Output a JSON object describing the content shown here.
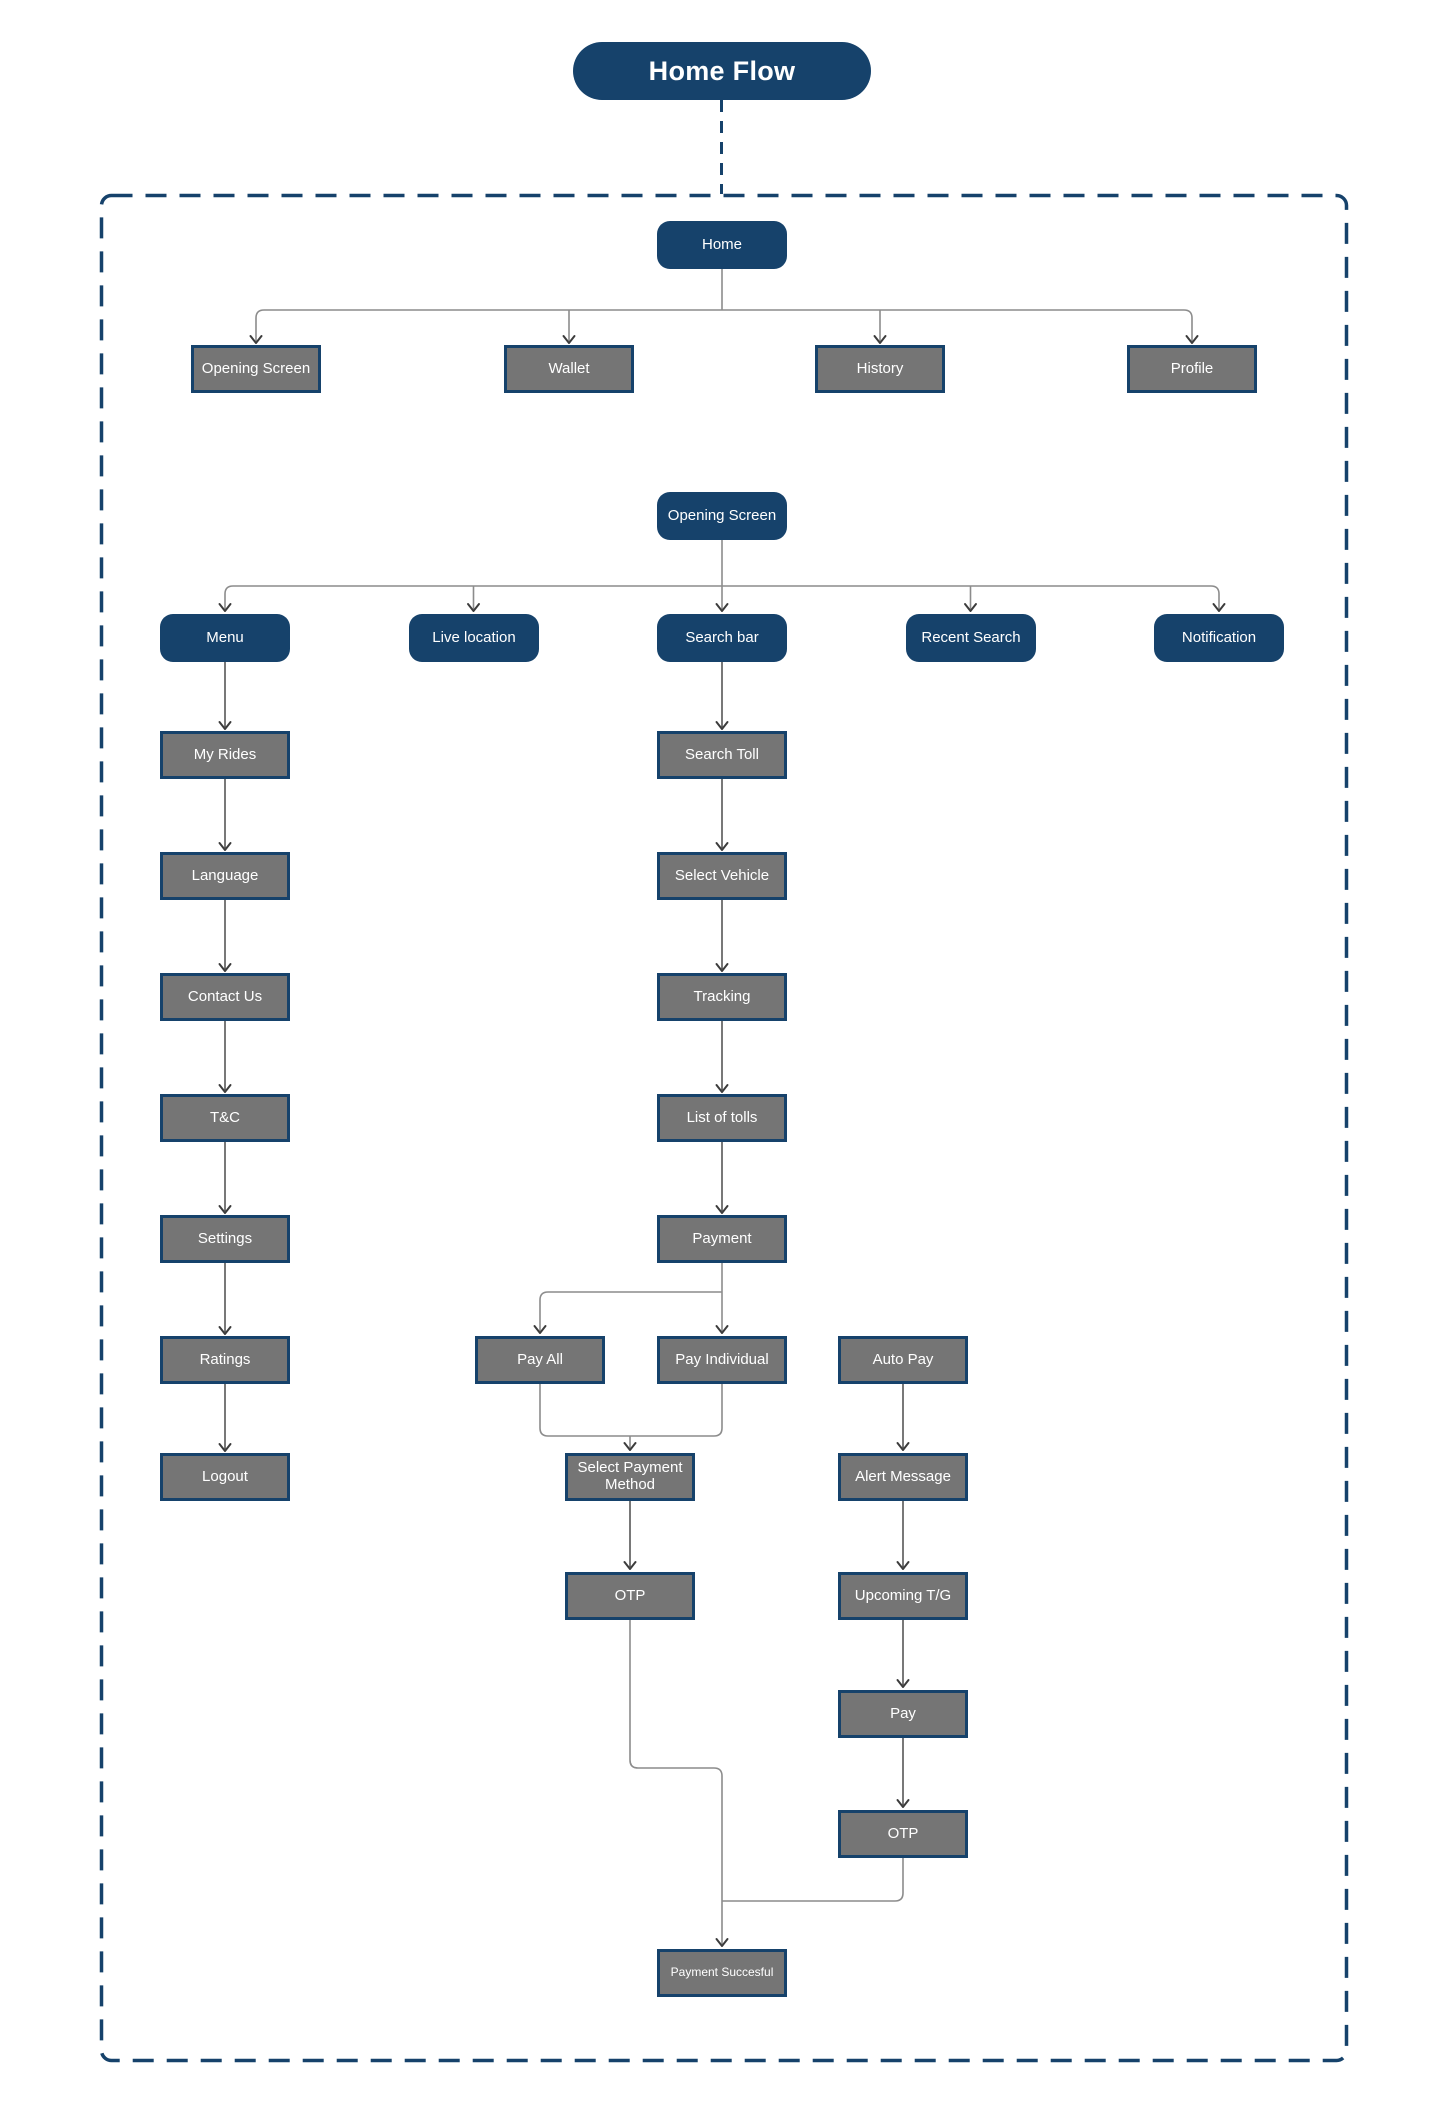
{
  "title": "Home Flow",
  "colors": {
    "navy": "#16426b",
    "node_gray": "#757575",
    "connector_gray": "#8c8c8c",
    "connector_dark": "#4a4a4a",
    "arrowhead": "#3c3c3c",
    "text": "#ffffff",
    "background": "#ffffff"
  },
  "nodes": {
    "home": "Home",
    "home_children": [
      "Opening Screen",
      "Wallet",
      "History",
      "Profile"
    ],
    "opening_screen": "Opening Screen",
    "opening_screen_children": [
      "Menu",
      "Live location",
      "Search bar",
      "Recent Search",
      "Notification"
    ],
    "menu_flow": [
      "My Rides",
      "Language",
      "Contact Us",
      "T&C",
      "Settings",
      "Ratings",
      "Logout"
    ],
    "search_flow": [
      "Search Toll",
      "Select Vehicle",
      "Tracking",
      "List of tolls",
      "Payment"
    ],
    "payment_split": [
      "Pay All",
      "Pay Individual"
    ],
    "payment_steps": [
      "Select Payment Method",
      "OTP"
    ],
    "auto_pay": "Auto Pay",
    "auto_pay_flow": [
      "Alert Message",
      "Upcoming T/G",
      "Pay",
      "OTP"
    ],
    "result": "Payment Succesful"
  }
}
